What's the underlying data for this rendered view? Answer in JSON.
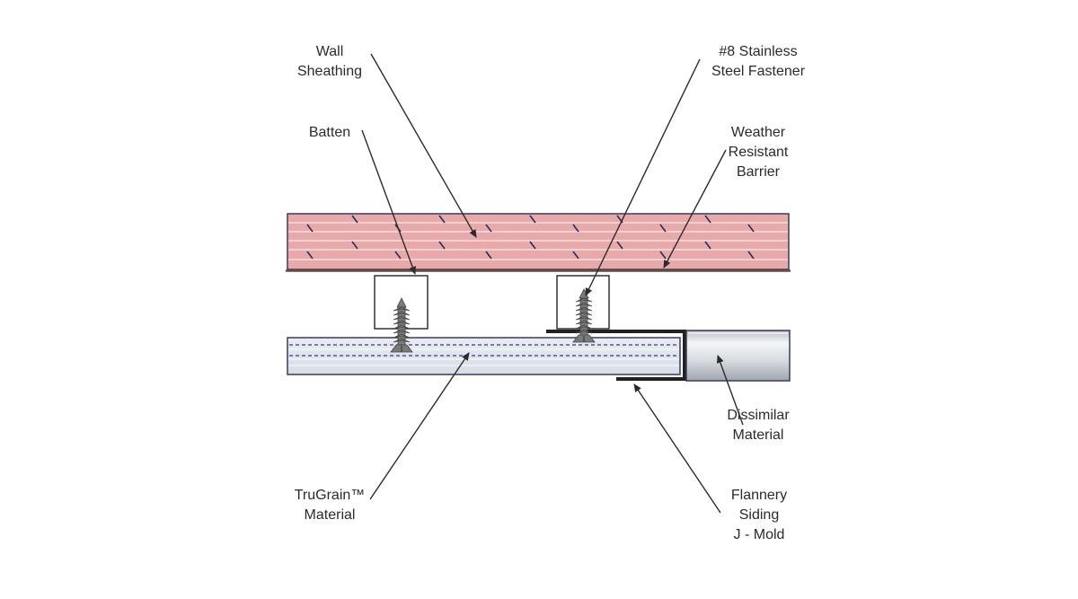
{
  "labels": {
    "wall_sheathing": [
      "Wall",
      "Sheathing"
    ],
    "fastener": [
      "#8 Stainless",
      "Steel Fastener"
    ],
    "batten": [
      "Batten"
    ],
    "weather_barrier": [
      "Weather",
      "Resistant",
      "Barrier"
    ],
    "dissimilar_material": [
      "Dissimilar",
      "Material"
    ],
    "trugrain_material": [
      "TruGrain™",
      "Material"
    ],
    "j_mold": [
      "Flannery",
      "Siding",
      "J - Mold"
    ]
  },
  "colors": {
    "sheathing_fill": "#e8a9ab",
    "sheathing_line": "#ffffff",
    "sheathing_nail": "#2a2a5a",
    "weather_barrier": "#6b4a3a",
    "trugrain_fill": "#dde3ec",
    "trugrain_dash": "#3a3a7a",
    "j_mold": "#222222",
    "fastener": "#7a7a7a",
    "dissimilar_fill": "#d8dde2",
    "outline": "#3a3a5a",
    "leader": "#2b2b2b"
  }
}
